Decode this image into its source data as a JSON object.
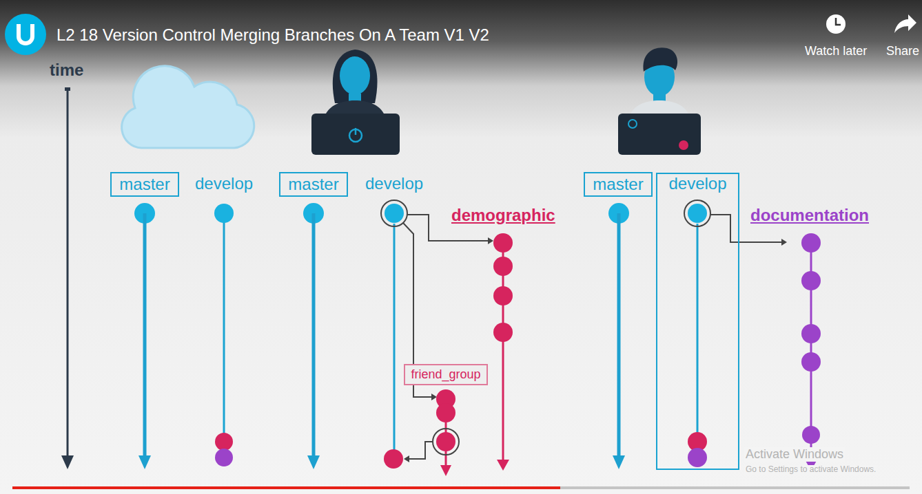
{
  "diagram": {
    "title": "L2 18 Version Control Merging Branches On A Team V1 V2",
    "nodes": [
      {
        "text": [
          "master"
        ]
      },
      {
        "text": [
          "master"
        ]
      },
      {
        "text": [
          "master"
        ]
      },
      {
        "text": [
          "develop"
        ]
      },
      {
        "text": [
          "friend_group"
        ]
      }
    ],
    "labels": [
      "Watch later",
      "Share",
      "time",
      "develop",
      "develop",
      "demographic",
      "documentation",
      "Activate Windows",
      "Go to Settings to activate Windows."
    ]
  }
}
